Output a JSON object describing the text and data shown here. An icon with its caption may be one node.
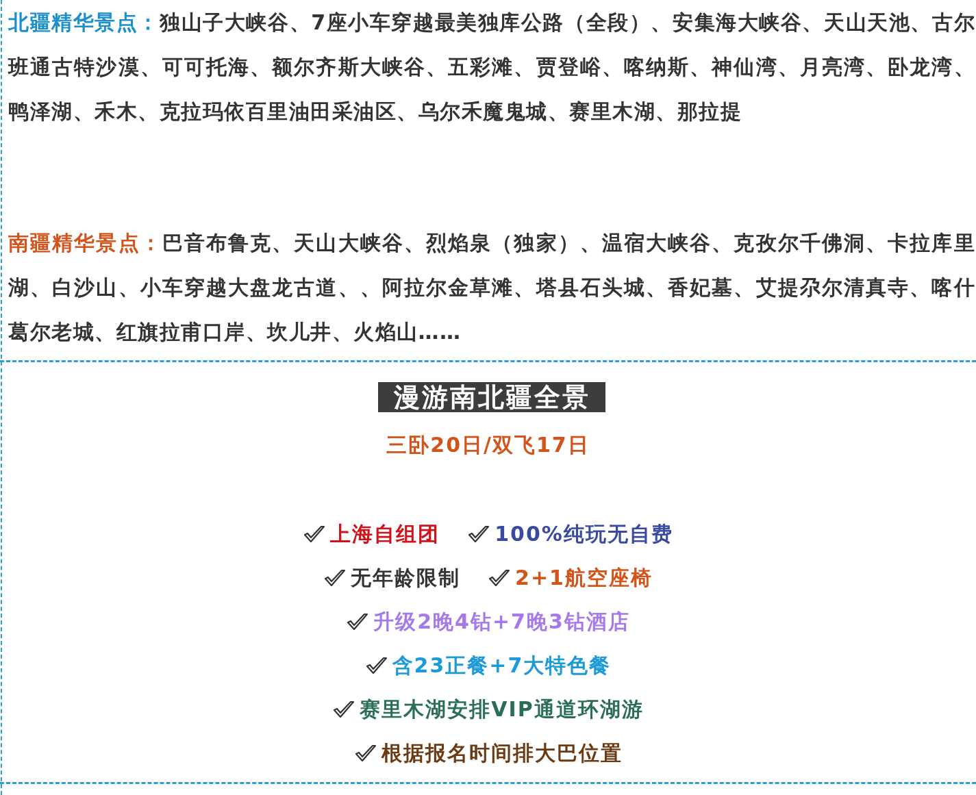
{
  "diagram": {
    "labels": [
      "北疆精华景点：",
      "独山子大峡谷、7座小车穿越最美独库公路（全段）、安集海大峡谷、天山天池、古尔班通古特沙漠、可可托海、额尔齐斯大峡谷、五彩滩、贾登峪、喀纳斯、神仙湾、月亮湾、卧龙湾、鸭泽湖、禾木、克拉玛依百里油田采油区、乌尔禾魔鬼城、赛里木湖、那拉提",
      "南疆精华景点：",
      "巴音布鲁克、天山大峡谷、烈焰泉（独家）、温宿大峡谷、克孜尔千佛洞、卡拉库里湖、白沙山、小车穿越大盘龙古道、、阿拉尔金草滩、塔县石头城、香妃墓、艾提尕尔清真寺、喀什葛尔老城、红旗拉甫口岸、坎儿井、火焰山……",
      "漫游南北疆全景",
      "三卧20日/双飞17日",
      "上海自组团",
      "100%纯玩无自费",
      "无年龄限制",
      "2+1航空座椅",
      "升级2晚4钻+7晚3钻酒店",
      "含23正餐+7大特色餐",
      "赛里木湖安排VIP通道环湖游",
      "根据报名时间排大巴位置"
    ]
  }
}
